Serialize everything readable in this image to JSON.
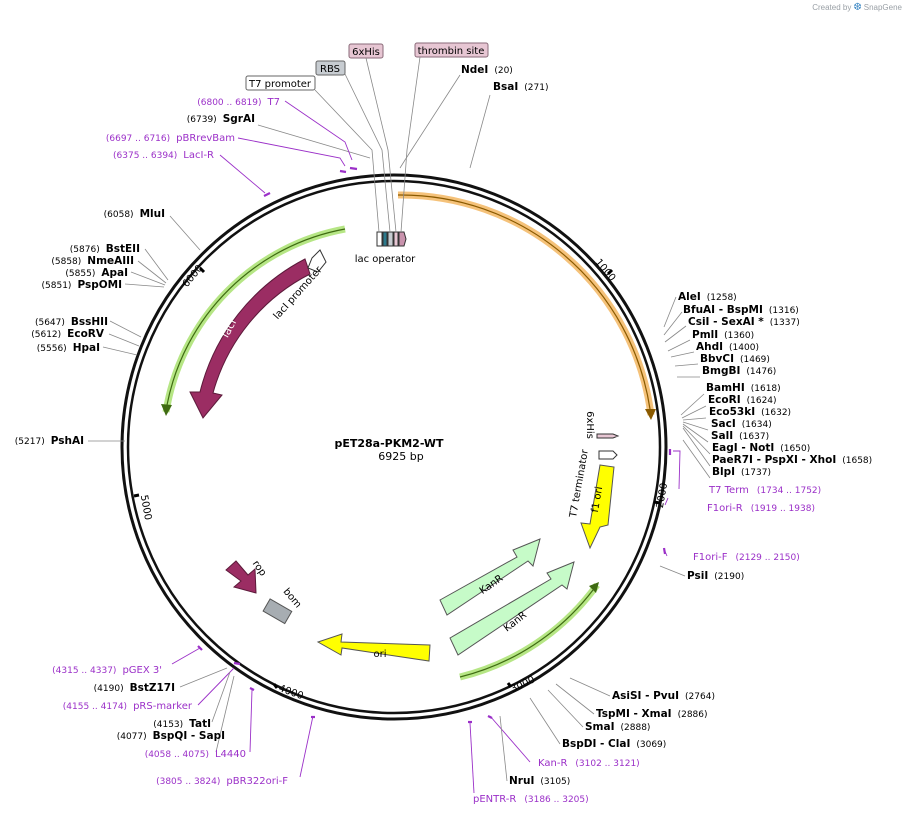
{
  "credit": {
    "prefix": "Created by",
    "brand": "SnapGene"
  },
  "map": {
    "name": "pET28a-PKM2-WT",
    "size": "6925 bp",
    "ticks": [
      "1000",
      "2000",
      "3000",
      "4000",
      "5000",
      "6000"
    ]
  },
  "enzymes": [
    {
      "name": "NdeI",
      "pos": "(20)"
    },
    {
      "name": "BsaI",
      "pos": "(271)"
    },
    {
      "name": "AleI",
      "pos": "(1258)"
    },
    {
      "name": "BfuAI - BspMI",
      "pos": "(1316)"
    },
    {
      "name": "CsiI - SexAI *",
      "pos": "(1337)"
    },
    {
      "name": "PmlI",
      "pos": "(1360)"
    },
    {
      "name": "AhdI",
      "pos": "(1400)"
    },
    {
      "name": "BbvCI",
      "pos": "(1469)"
    },
    {
      "name": "BmgBI",
      "pos": "(1476)"
    },
    {
      "name": "BamHI",
      "pos": "(1618)"
    },
    {
      "name": "EcoRI",
      "pos": "(1624)"
    },
    {
      "name": "Eco53kI",
      "pos": "(1632)"
    },
    {
      "name": "SacI",
      "pos": "(1634)"
    },
    {
      "name": "SalI",
      "pos": "(1637)"
    },
    {
      "name": "EagI - NotI",
      "pos": "(1650)"
    },
    {
      "name": "PaeR7I - PspXI - XhoI",
      "pos": "(1658)"
    },
    {
      "name": "BlpI",
      "pos": "(1737)"
    },
    {
      "name": "PsiI",
      "pos": "(2190)"
    },
    {
      "name": "AsiSI - PvuI",
      "pos": "(2764)"
    },
    {
      "name": "TspMI - XmaI",
      "pos": "(2886)"
    },
    {
      "name": "SmaI",
      "pos": "(2888)"
    },
    {
      "name": "BspDI - ClaI",
      "pos": "(3069)"
    },
    {
      "name": "NruI",
      "pos": "(3105)"
    },
    {
      "name": "BspQI - SapI",
      "pos": "(4077)"
    },
    {
      "name": "TatI",
      "pos": "(4153)"
    },
    {
      "name": "BstZ17I",
      "pos": "(4190)"
    },
    {
      "name": "PshAI",
      "pos": "(5217)"
    },
    {
      "name": "HpaI",
      "pos": "(5556)"
    },
    {
      "name": "EcoRV",
      "pos": "(5612)"
    },
    {
      "name": "BssHII",
      "pos": "(5647)"
    },
    {
      "name": "PspOMI",
      "pos": "(5851)"
    },
    {
      "name": "ApaI",
      "pos": "(5855)"
    },
    {
      "name": "NmeAIII",
      "pos": "(5858)"
    },
    {
      "name": "BstEII",
      "pos": "(5876)"
    },
    {
      "name": "MluI",
      "pos": "(6058)"
    },
    {
      "name": "SgrAI",
      "pos": "(6739)"
    }
  ],
  "primers": [
    {
      "name": "T7",
      "range": "(6800 .. 6819)"
    },
    {
      "name": "pBRrevBam",
      "range": "(6697 .. 6716)"
    },
    {
      "name": "LacI-R",
      "range": "(6375 .. 6394)"
    },
    {
      "name": "T7 Term",
      "range": "(1734 .. 1752)"
    },
    {
      "name": "F1ori-R",
      "range": "(1919 .. 1938)"
    },
    {
      "name": "F1ori-F",
      "range": "(2129 .. 2150)"
    },
    {
      "name": "Kan-R",
      "range": "(3102 .. 3121)"
    },
    {
      "name": "pENTR-R",
      "range": "(3186 .. 3205)"
    },
    {
      "name": "L4440",
      "range": "(4058 .. 4075)"
    },
    {
      "name": "pBR322ori-F",
      "range": "(3805 .. 3824)"
    },
    {
      "name": "pRS-marker",
      "range": "(4155 .. 4174)"
    },
    {
      "name": "pGEX 3'",
      "range": "(4315 .. 4337)"
    }
  ],
  "boxed_features": [
    {
      "name": "6xHis",
      "fill": "#e7c6d3"
    },
    {
      "name": "thrombin site",
      "fill": "#e7c6d3"
    },
    {
      "name": "RBS",
      "fill": "#c7ccd1"
    },
    {
      "name": "T7 promoter",
      "fill": "#ffffff"
    }
  ],
  "features": {
    "lac_operator": "lac operator",
    "laci_promoter": "lacI promoter",
    "laci": "lacI",
    "his6": "6xHis",
    "t7_terminator": "T7 terminator",
    "f1_ori": "f1 ori",
    "kanr_a": "KanR",
    "kanr_b": "KanR",
    "ori": "ori",
    "rop": "rop",
    "bom": "bom"
  },
  "colors": {
    "primer": "#9b30c8",
    "laci": "#9b2d63",
    "kanr": "#c6fbc8",
    "f1_ori": "#ffff00",
    "ori": "#ffff00",
    "orf_orange": "#f5c27a",
    "orf_green": "#b6e685",
    "bom": "#a7adb2",
    "rop": "#9b2d63"
  }
}
